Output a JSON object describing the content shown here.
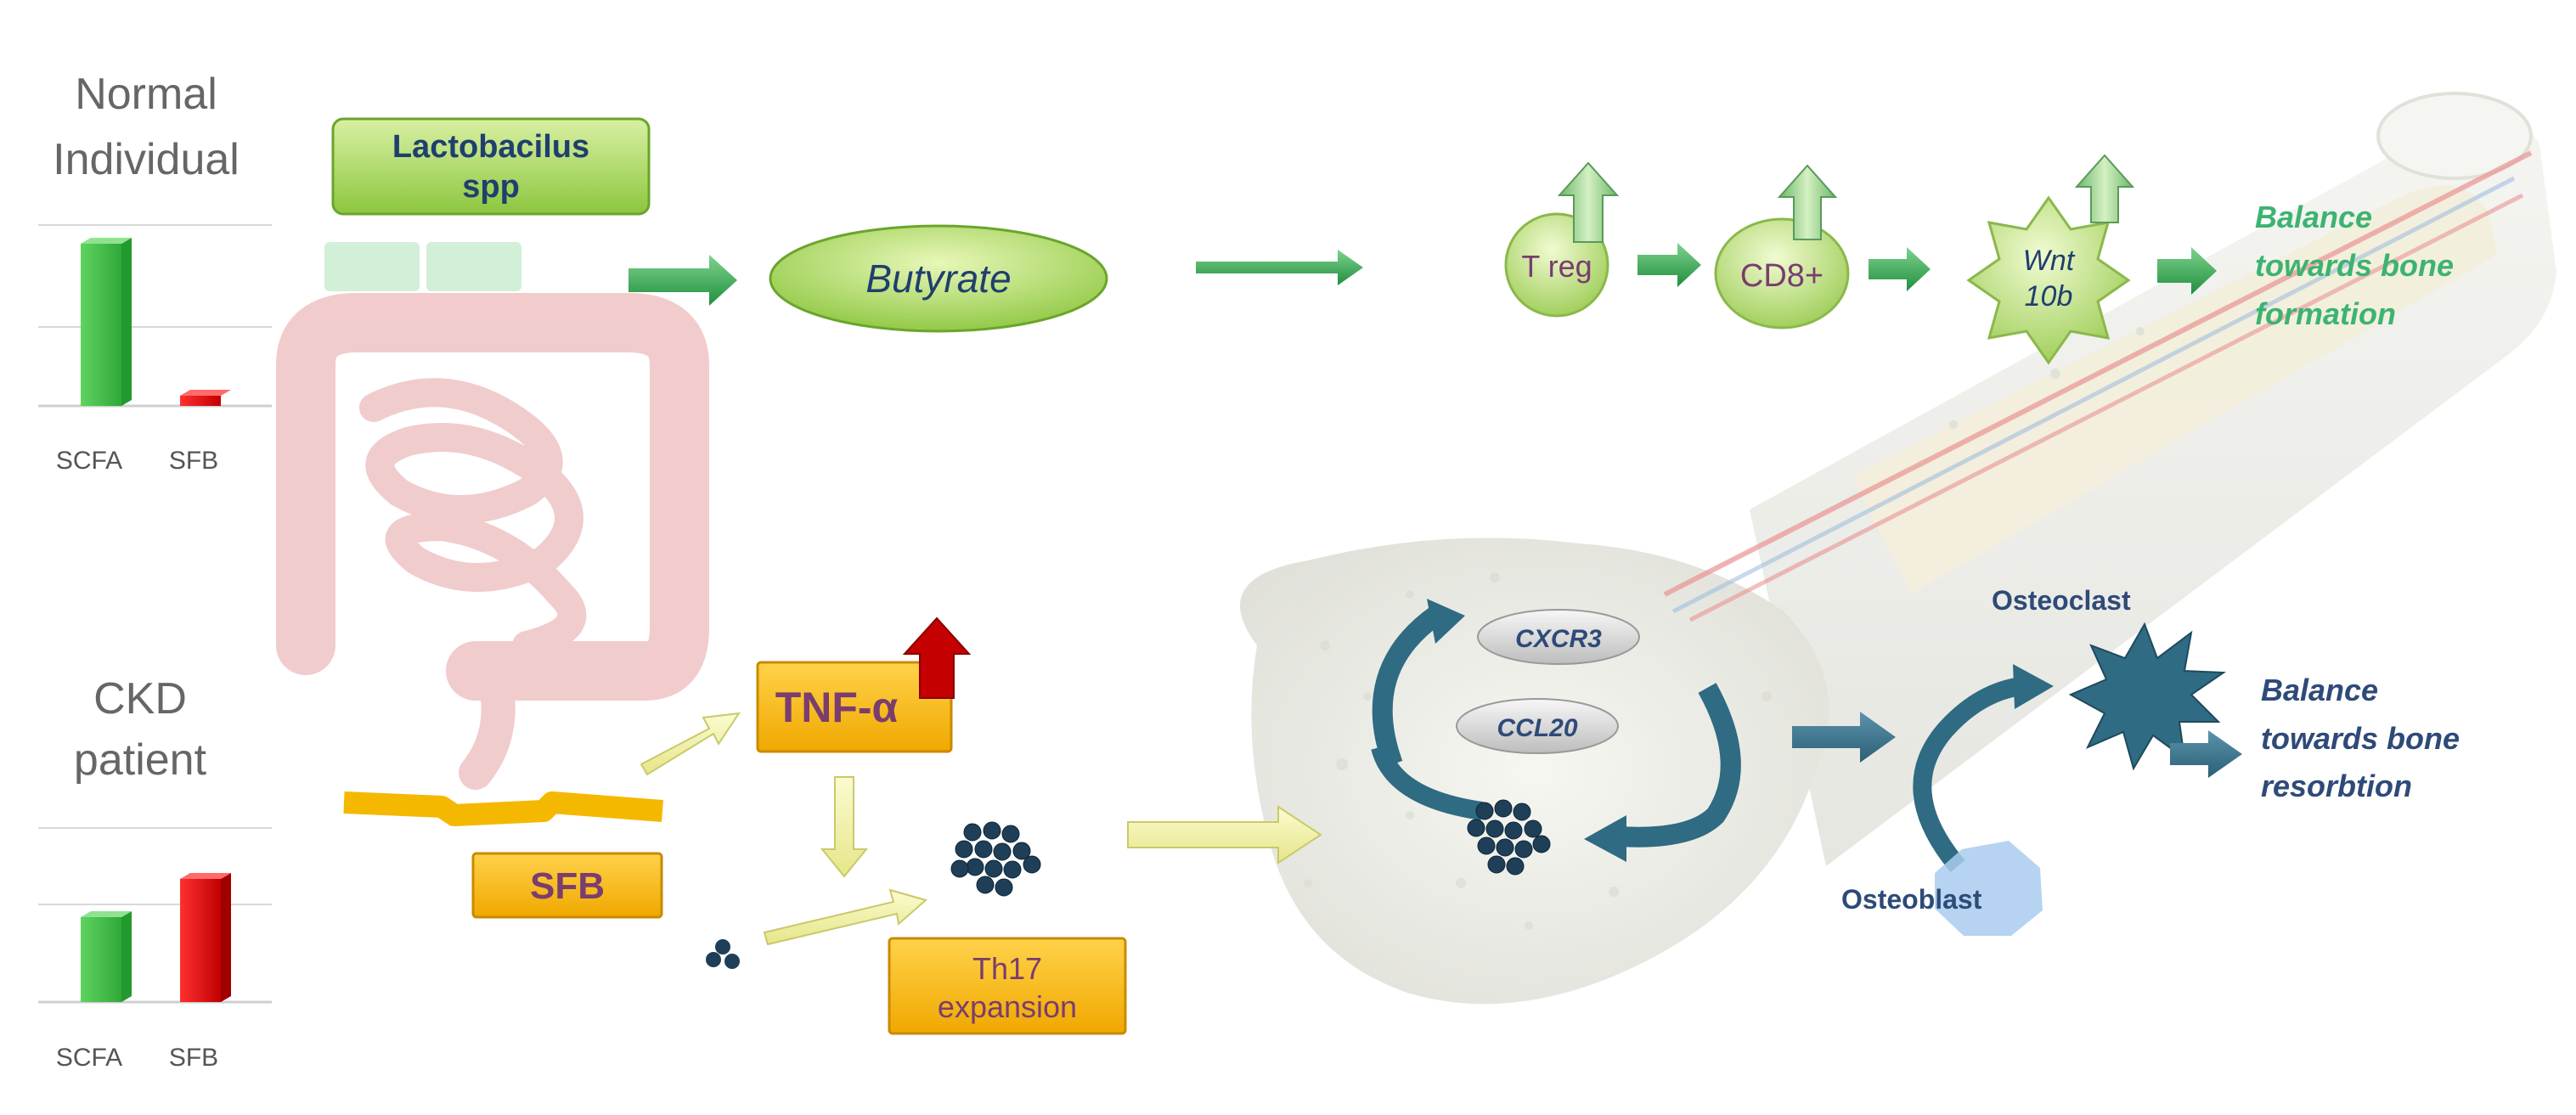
{
  "normal": {
    "title_line1": "Normal",
    "title_line2": "Individual",
    "chart_labels": [
      "SCFA",
      "SFB"
    ],
    "bacteria_line1": "Lactobacilus",
    "bacteria_line2": "spp",
    "metabolite": "Butyrate",
    "treg": "T reg",
    "cd8": "CD8+",
    "wnt_line1": "Wnt",
    "wnt_line2": "10b",
    "outcome_line1": "Balance",
    "outcome_line2": "towards bone",
    "outcome_line3": "formation"
  },
  "ckd": {
    "title_line1": "CKD",
    "title_line2": "patient",
    "chart_labels": [
      "SCFA",
      "SFB"
    ],
    "bacteria": "SFB",
    "cytokine": "TNF-α",
    "th17_line1": "Th17",
    "th17_line2": "expansion",
    "chemokine_1": "CXCR3",
    "chemokine_2": "CCL20",
    "osteoclast": "Osteoclast",
    "osteoblast": "Osteoblast",
    "outcome_line1": "Balance",
    "outcome_line2": "towards bone",
    "outcome_line3": "resorbtion"
  },
  "colors": {
    "green_dark": "#3aa652",
    "green_light": "#b6dd6f",
    "green_text": "#3cb371",
    "red": "#e01010",
    "yellow": "#f5b800",
    "teal": "#2f6b82",
    "navy_text": "#2e4a78",
    "purple_text": "#7a3d6e"
  }
}
